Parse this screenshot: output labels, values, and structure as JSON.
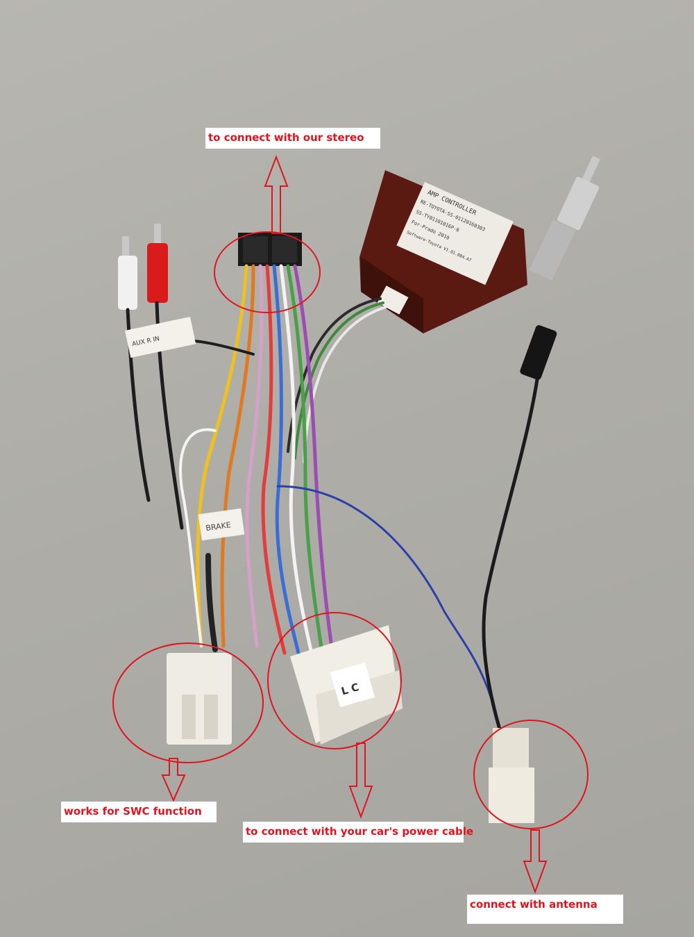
{
  "labels": {
    "stereo": "to connect with our stereo",
    "swc": "works for SWC function",
    "power": "to connect with your car's power cable",
    "antenna": "connect with antenna"
  },
  "device": {
    "line1": "AMP CONTROLLER",
    "line2": "RE-TOYOTA-SS-01120160303",
    "line3": "SS-TY01101016P-0",
    "line4": "For-Prado 2010",
    "line5": "Software-Toyota V1.01.004.A7"
  },
  "tags": {
    "aux": "AUX R IN",
    "brake": "BRAKE",
    "connector": "L C"
  },
  "colors": {
    "annotation": "#e0141e",
    "device_body": "#5a1a12"
  }
}
